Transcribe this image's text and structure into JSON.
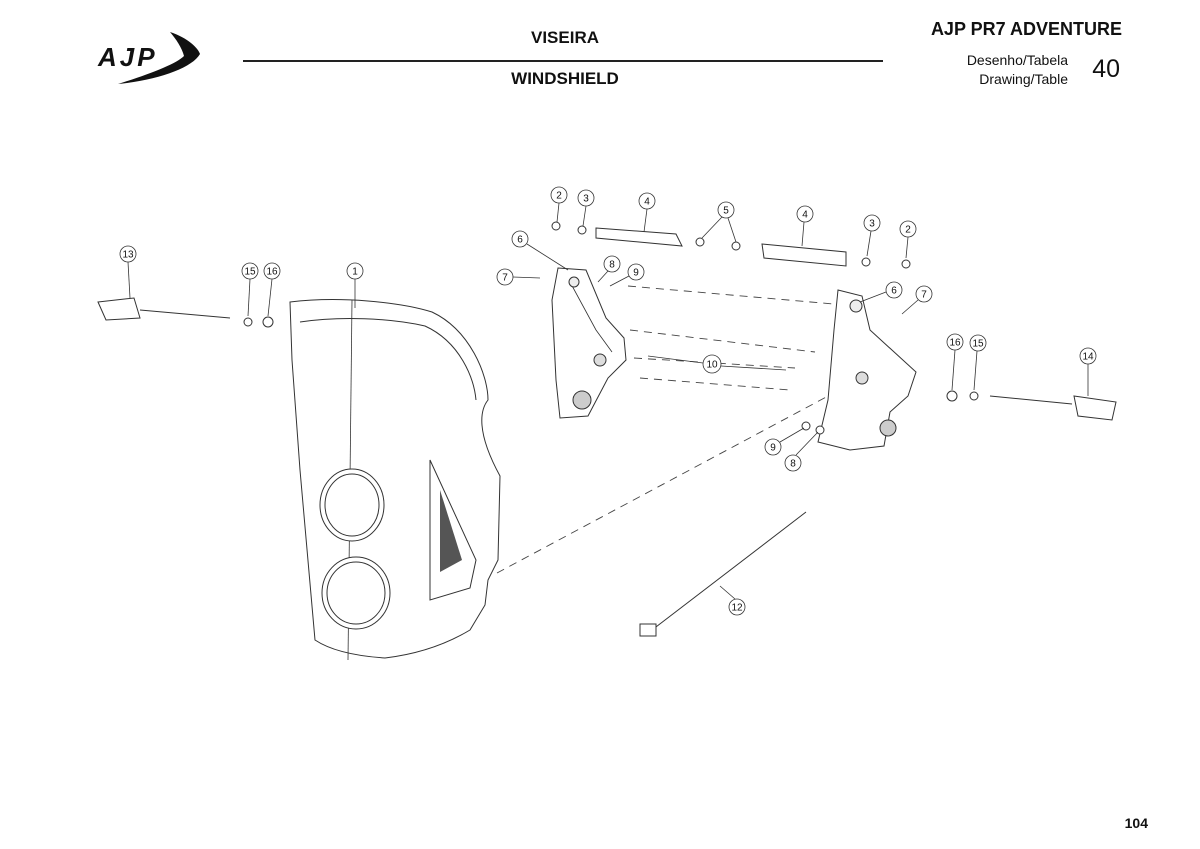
{
  "header": {
    "brand": "AJP",
    "title_pt": "VISEIRA",
    "title_en": "WINDSHIELD",
    "model": "AJP PR7 ADVENTURE",
    "drawing_label_pt": "Desenho/Tabela",
    "drawing_label_en": "Drawing/Table",
    "drawing_number": "40"
  },
  "callouts": [
    "1",
    "2",
    "3",
    "4",
    "5",
    "6",
    "7",
    "8",
    "9",
    "10",
    "12",
    "13",
    "14",
    "15",
    "16",
    "2",
    "3",
    "4",
    "6",
    "7",
    "8",
    "9",
    "15",
    "16"
  ],
  "footer": {
    "page_number": "104"
  }
}
